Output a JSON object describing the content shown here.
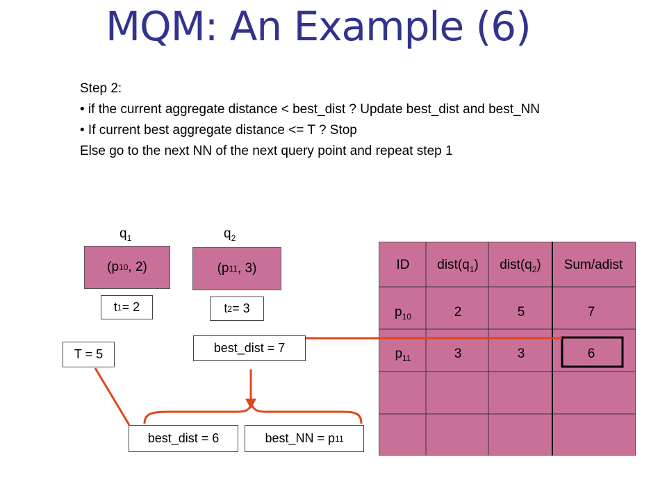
{
  "slide": {
    "title": "MQM: An Example (6)",
    "step_label": "Step 2:",
    "bullet_1": "• if the current aggregate distance < best_dist ? Update best_dist and best_NN",
    "bullet_2": "• If current best aggregate distance <= T ? Stop",
    "line_3": "Else go to the next NN of the next query point and repeat step 1"
  },
  "queries": [
    {
      "label": "q",
      "sub": "1",
      "nn_prefix": "(p",
      "nn_sub": "10",
      "nn_suffix": ", 2)",
      "t_prefix": "t",
      "t_sub": "1",
      "t_suffix": " = 2"
    },
    {
      "label": "q",
      "sub": "2",
      "nn_prefix": "(p",
      "nn_sub": "11",
      "nn_suffix": ", 3)",
      "t_prefix": "t",
      "t_sub": "2",
      "t_suffix": " = 3"
    }
  ],
  "threshold": "T = 5",
  "best_dist_old": "best_dist = 7",
  "best_dist_new": "best_dist = 6",
  "best_nn_prefix": "best_NN = p",
  "best_nn_sub": "11",
  "table": {
    "headers": {
      "id": "ID",
      "dq1_prefix": "dist(q",
      "dq1_sub": "1",
      "dq1_suffix": ")",
      "dq2_prefix": "dist(q",
      "dq2_sub": "2",
      "dq2_suffix": ")",
      "sum": "Sum/adist"
    },
    "rows": [
      {
        "id_prefix": "p",
        "id_sub": "10",
        "d1": "2",
        "d2": "5",
        "sum": "7"
      },
      {
        "id_prefix": "p",
        "id_sub": "11",
        "d1": "3",
        "d2": "3",
        "sum": "6"
      }
    ]
  },
  "colors": {
    "title": "#33338f",
    "pink": "#c97098",
    "arrow": "#e0461e"
  }
}
